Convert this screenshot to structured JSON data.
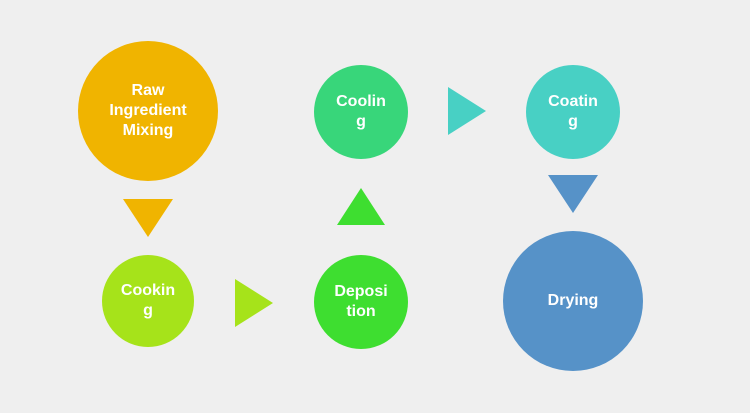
{
  "diagram": {
    "nodes": [
      {
        "id": "raw-ingredient-mixing",
        "label": "Raw\nIngredient\nMixing",
        "color": "#f0b400"
      },
      {
        "id": "cooking",
        "label": "Cookin\ng",
        "color": "#a6e31a"
      },
      {
        "id": "deposition",
        "label": "Deposi\ntion",
        "color": "#3ede30"
      },
      {
        "id": "cooling",
        "label": "Coolin\ng",
        "color": "#38d67a"
      },
      {
        "id": "coating",
        "label": "Coatin\ng",
        "color": "#48d0c4"
      },
      {
        "id": "drying",
        "label": "Drying",
        "color": "#5692c8"
      }
    ],
    "arrows": [
      {
        "from": "raw-ingredient-mixing",
        "to": "cooking",
        "direction": "down",
        "color": "#f0b400"
      },
      {
        "from": "cooking",
        "to": "deposition",
        "direction": "right",
        "color": "#a6e31a"
      },
      {
        "from": "deposition",
        "to": "cooling",
        "direction": "up",
        "color": "#3ede30"
      },
      {
        "from": "cooling",
        "to": "coating",
        "direction": "right",
        "color": "#48d0c4"
      },
      {
        "from": "coating",
        "to": "drying",
        "direction": "down",
        "color": "#5692c8"
      }
    ]
  }
}
